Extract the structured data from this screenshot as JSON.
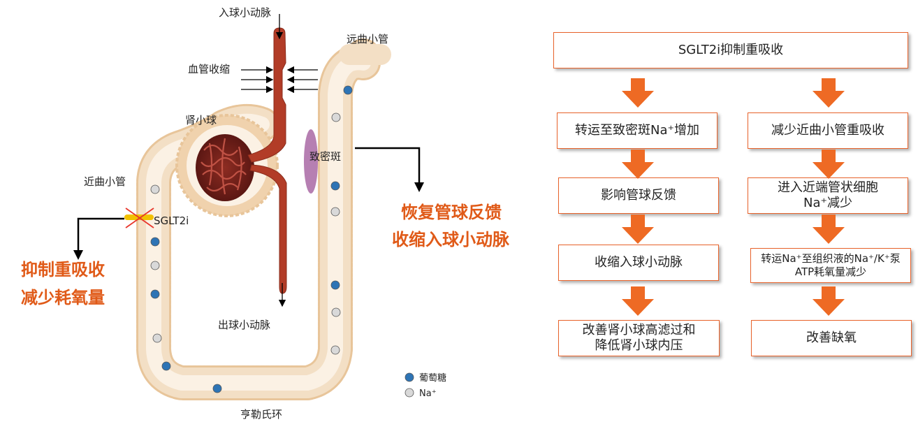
{
  "diagram": {
    "labels": {
      "afferent": "入球小动脉",
      "efferent": "出球小动脉",
      "vasoconstriction": "血管收缩",
      "glomerulus": "肾小球",
      "distal_tubule": "远曲小管",
      "proximal_tubule": "近曲小管",
      "macula_densa": "致密斑",
      "loop_of_henle": "亨勒氏环",
      "sglt2i": "SGLT2i"
    },
    "callouts": {
      "left_line1": "抑制重吸收",
      "left_line2": "减少耗氧量",
      "right_line1": "恢复管球反馈",
      "right_line2": "收缩入球小动脉"
    },
    "legend": {
      "glucose": "葡萄糖",
      "sodium": "Na⁺"
    },
    "colors": {
      "artery": "#b23c27",
      "tubule_fill": "#f0d9bf",
      "glucose_dot": "#2e74b5",
      "sodium_dot": "#d9d9d9",
      "macula_densa": "#b67fb2",
      "callout_orange": "#e05a18",
      "flow_border": "#e8622a"
    }
  },
  "flowchart": {
    "top": "SGLT2i抑制重吸收",
    "left": [
      "转运至致密斑Na⁺增加",
      "影响管球反馈",
      "收缩入球小动脉",
      "改善肾小球高滤过和\n降低肾小球内压"
    ],
    "right": [
      "减少近曲小管重吸收",
      "进入近端管状细胞\nNa⁺减少",
      "转运Na⁺至组织液的Na⁺/K⁺泵\nATP耗氧量减少",
      "改善缺氧"
    ]
  }
}
